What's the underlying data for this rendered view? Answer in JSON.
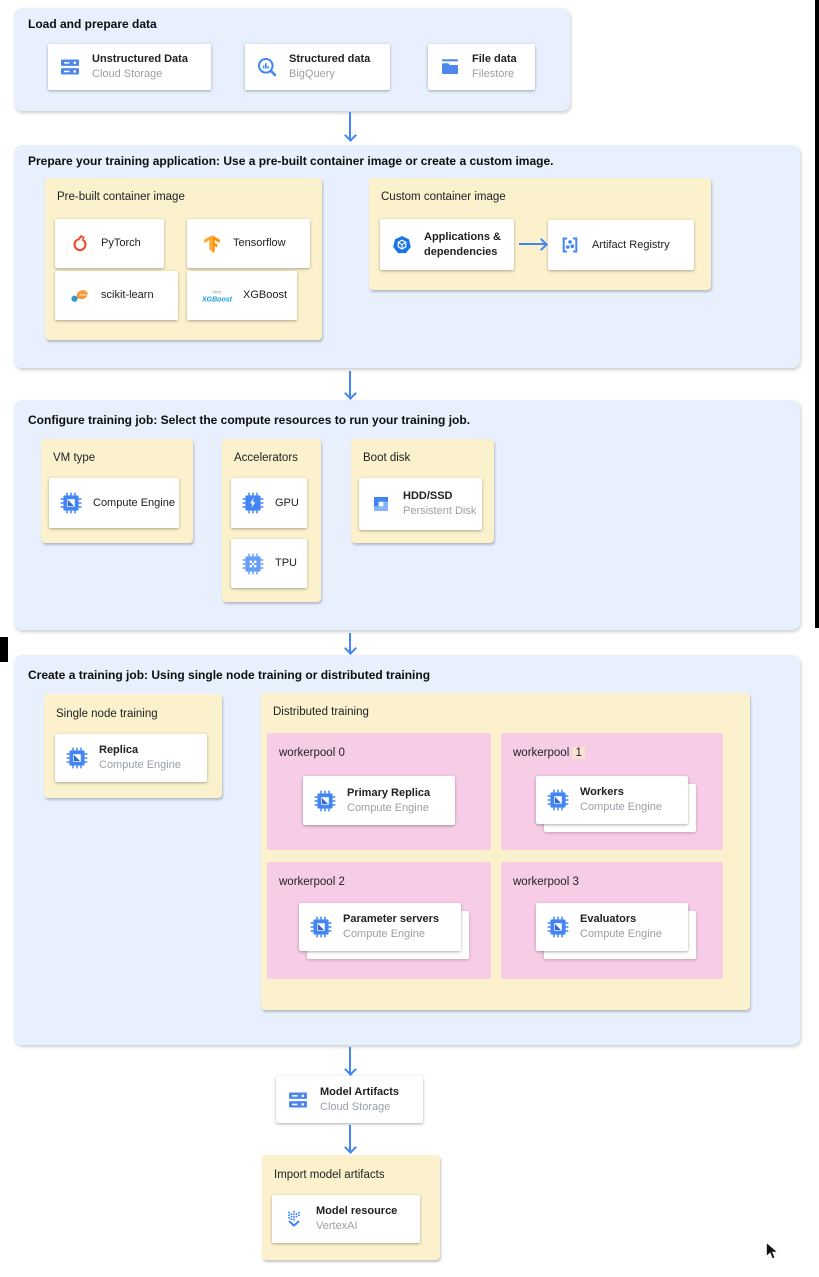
{
  "colors": {
    "section_bg": "#e8f0fe",
    "group_bg": "#fbf1cc",
    "pool_bg": "#f7cce6",
    "num_highlight": "#fbe3d1",
    "arrow": "#4285f4",
    "card_title": "#202124",
    "card_subtitle": "#9aa0a6"
  },
  "sections": {
    "load": {
      "title": "Load and prepare data",
      "cards": [
        {
          "title": "Unstructured Data",
          "subtitle": "Cloud Storage",
          "icon": "cloud-storage-icon"
        },
        {
          "title": "Structured data",
          "subtitle": "BigQuery",
          "icon": "bigquery-icon"
        },
        {
          "title": "File data",
          "subtitle": "Filestore",
          "icon": "filestore-icon"
        }
      ]
    },
    "prepare": {
      "title": "Prepare your training application: Use a pre-built container image or create a custom image.",
      "prebuilt": {
        "label": "Pre-built container image",
        "cards": [
          {
            "label": "PyTorch",
            "icon": "pytorch-icon"
          },
          {
            "label": "Tensorflow",
            "icon": "tensorflow-icon"
          },
          {
            "label": "scikit-learn",
            "icon": "scikit-learn-icon"
          },
          {
            "label": "XGBoost",
            "icon": "xgboost-icon"
          }
        ]
      },
      "custom": {
        "label": "Custom container image",
        "source_card": {
          "title": "Applications & dependencies",
          "icon": "applications-dependencies-icon"
        },
        "target_card": {
          "title": "Artifact Registry",
          "icon": "artifact-registry-icon"
        }
      }
    },
    "configure": {
      "title": "Configure training job: Select the compute resources to run your training job.",
      "vm_type": {
        "label": "VM type",
        "card": {
          "title": "Compute Engine",
          "icon": "compute-engine-icon"
        }
      },
      "accelerators": {
        "label": "Accelerators",
        "cards": [
          {
            "title": "GPU",
            "icon": "gpu-icon"
          },
          {
            "title": "TPU",
            "icon": "tpu-icon"
          }
        ]
      },
      "boot_disk": {
        "label": "Boot disk",
        "card": {
          "title": "HDD/SSD",
          "subtitle": "Persistent Disk",
          "icon": "persistent-disk-icon"
        }
      }
    },
    "create": {
      "title": "Create a training job: Using single node training or distributed training",
      "single_node": {
        "label": "Single node training",
        "card": {
          "title": "Replica",
          "subtitle": "Compute Engine",
          "icon": "compute-engine-icon"
        }
      },
      "distributed": {
        "label": "Distributed training",
        "workerpools": [
          {
            "name": "workerpool",
            "num": "0",
            "card": {
              "title": "Primary Replica",
              "subtitle": "Compute Engine",
              "icon": "compute-engine-icon"
            },
            "stacked": false
          },
          {
            "name": "workerpool",
            "num": "1",
            "card": {
              "title": "Workers",
              "subtitle": "Compute Engine",
              "icon": "compute-engine-icon"
            },
            "stacked": true
          },
          {
            "name": "workerpool",
            "num": "2",
            "card": {
              "title": "Parameter servers",
              "subtitle": "Compute Engine",
              "icon": "compute-engine-icon"
            },
            "stacked": true
          },
          {
            "name": "workerpool",
            "num": "3",
            "card": {
              "title": "Evaluators",
              "subtitle": "Compute Engine",
              "icon": "compute-engine-icon"
            },
            "stacked": true
          }
        ]
      }
    },
    "model_artifacts_card": {
      "title": "Model Artifacts",
      "subtitle": "Cloud Storage",
      "icon": "cloud-storage-icon"
    },
    "import_section": {
      "label": "Import model artifacts",
      "card": {
        "title": "Model resource",
        "subtitle": "VertexAI",
        "icon": "vertex-ai-icon"
      }
    }
  }
}
